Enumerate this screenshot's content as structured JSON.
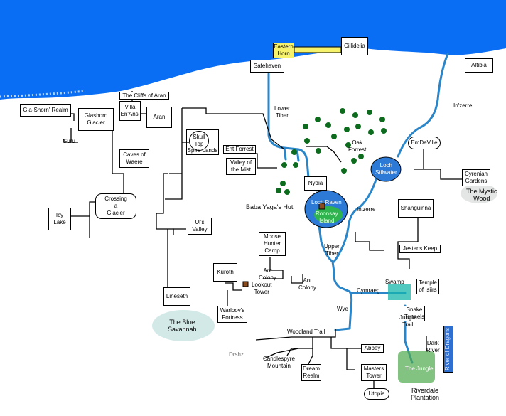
{
  "colors": {
    "sea": "#0a6ef5",
    "river": "#2a86c9",
    "lake": "#2d7ad6",
    "island": "#2fb34f",
    "swamp": "#17b5ab",
    "jungle": "#4eaa4b",
    "savannah": "#c7e3e2",
    "road": "#000000"
  },
  "places": {
    "eastern_horn": "Eastern\nHorn",
    "cillidelia": "Cillidelia",
    "safehaven": "Safehaven",
    "altibia": "Altibia",
    "cliffs_of_aran": "The Cliffs of Aran",
    "gla_shorn_realm": "Gla-Shorn' Realm",
    "glashorn_glacier": "Glashorn\nGlacier",
    "villa_en_ansi": "Villa\nEn'Ansi",
    "aran": "Aran",
    "skull_top": "Skull\nTop",
    "spire_lands": "Spire Lands",
    "ent_forrest": "Ent Forrest",
    "valley_of_mist": "Valley of\nthe Mist",
    "caves_of_waere": "Caves of\nWaere",
    "crossing_glacier": "Crossing\na\nGlacier",
    "icy_lake": "Icy\nLake",
    "uls_valley": "Ul's\nValley",
    "nydia": "Nydia",
    "emdeville": "EmDeVille",
    "cyrenian_gardens": "Cyrenian\nGardens",
    "shanguinna": "Shanguinna",
    "jesters_keep": "Jester's Keep",
    "moose_hunter_camp": "Moose\nHunter\nCamp",
    "kuroth": "Kuroth",
    "warloovs_fortress": "Warloov's\nFortress",
    "lineseth": "Lineseth",
    "temple_of_isiirs": "Temple\nof Isiirs",
    "snake_tunnels": "Snake\nTunnels",
    "abbey": "Abbey",
    "dream_realm": "Dream\nRealm",
    "masters_tower": "Masters\nTower",
    "utopia": "Utopia",
    "river_of_dragons": "River of Dragons"
  },
  "labels": {
    "guru": "Guru",
    "lower_tiber": "Lower\nTiber",
    "in_zerre_north": "In'zerre",
    "oak_forrest": "Oak\nForrest",
    "loch_stilwater": "Loch\nStilwater",
    "the_mystic_wood": "The Mystic\nWood",
    "baba_yagas_hut": "Baba Yaga's Hut",
    "loch_raven": "Loch Raven",
    "roonsay_island": "Roonsay\nIsland",
    "in_zerre_south": "In'zerre",
    "upper_tiber": "Upper\nTiber",
    "ant_colony_1": "Ant\nColony",
    "ant_colony_2": "Ant\nColony",
    "lookout_tower": "Lookout\nTower",
    "swamp": "Swamp",
    "cymraeg": "Cymraeg",
    "wye": "Wye",
    "jungle_trail": "Jungle\nTrail",
    "the_blue_savannah": "The Blue\nSavannah",
    "woodland_trail": "Woodland Trail",
    "drshz": "Drshz",
    "candlespyre_mountain": "Candlespyre\nMountain",
    "dark_river": "Dark\nRiver",
    "the_jungle": "The Jungle",
    "riverdale_plantation": "Riverdale\nPlantation"
  }
}
